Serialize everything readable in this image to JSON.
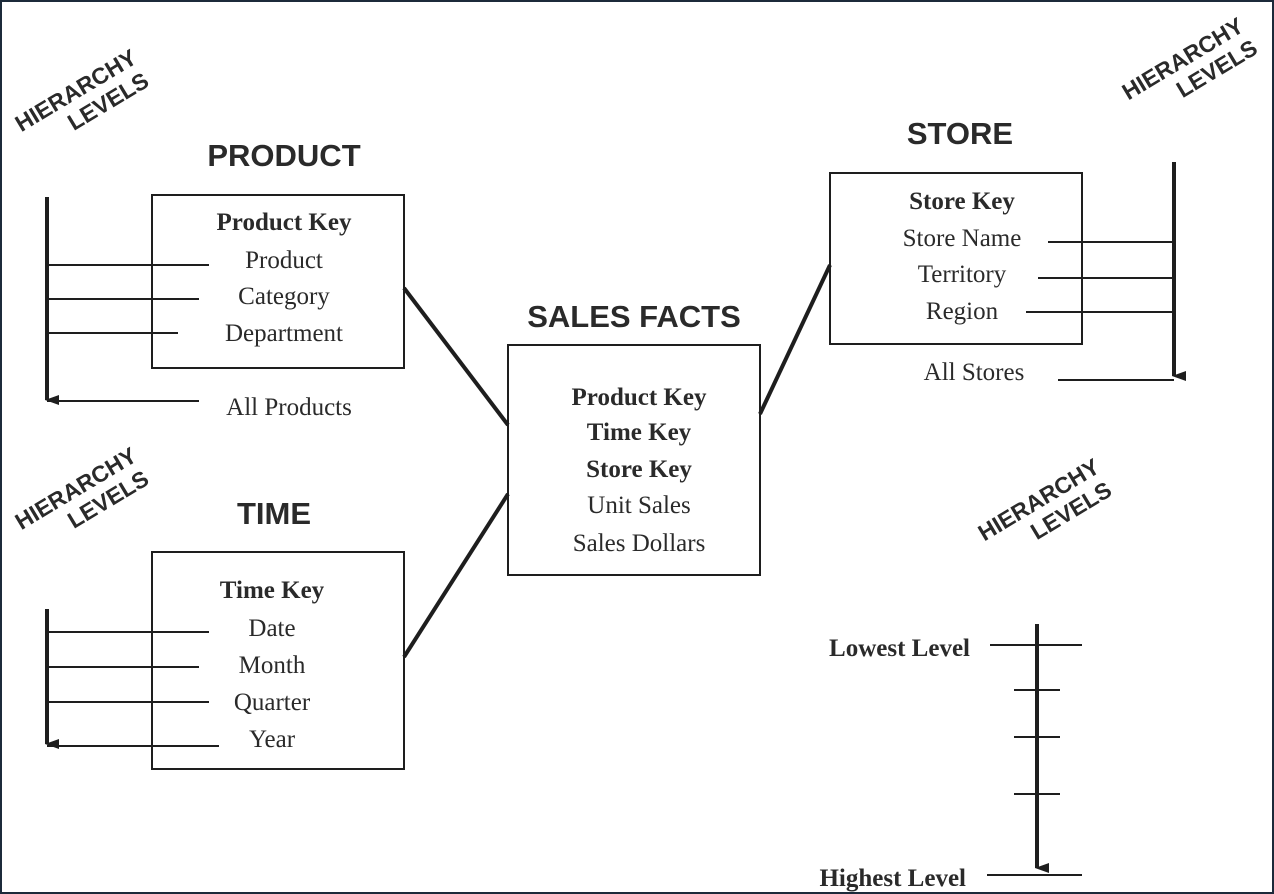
{
  "diagram": {
    "hierarchy_label": {
      "line1": "HIERARCHY",
      "line2": "LEVELS"
    },
    "product": {
      "title": "PRODUCT",
      "key": "Product Key",
      "attributes": [
        "Product",
        "Category",
        "Department"
      ],
      "all_label": "All Products"
    },
    "time": {
      "title": "TIME",
      "key": "Time Key",
      "attributes": [
        "Date",
        "Month",
        "Quarter",
        "Year"
      ]
    },
    "sales_facts": {
      "title": "SALES FACTS",
      "keys": [
        "Product Key",
        "Time Key",
        "Store Key"
      ],
      "measures": [
        "Unit Sales",
        "Sales Dollars"
      ]
    },
    "store": {
      "title": "STORE",
      "key": "Store Key",
      "attributes": [
        "Store Name",
        "Territory",
        "Region"
      ],
      "all_label": "All Stores"
    },
    "legend": {
      "lowest": "Lowest Level",
      "highest": "Highest Level"
    }
  }
}
